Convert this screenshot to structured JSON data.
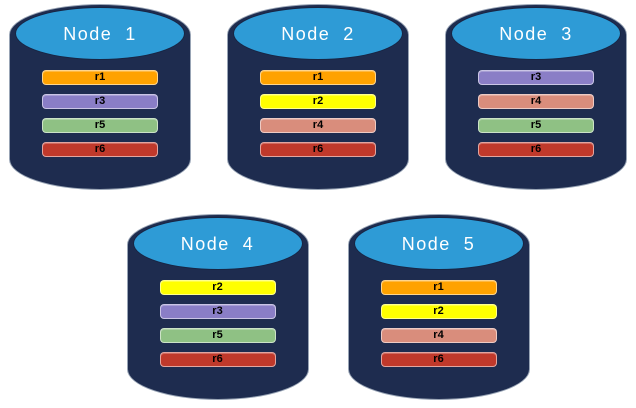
{
  "diagram": {
    "description": "Five database node cylinders holding colored replica bars",
    "background": "#FFFFFF"
  },
  "colors": {
    "cylinder_body": "#1E2C4F",
    "cylinder_outline": "#98A4B5",
    "ellipse_fill": "#2E9BD6",
    "ellipse_outline": "#172544",
    "node_label_text": "#FFFFFF",
    "bar_text": "#000000"
  },
  "replica_colors": {
    "r1": "#FFA200",
    "r2": "#FFFF00",
    "r3": "#8A7EC6",
    "r4": "#D98D7C",
    "r5": "#8FC184",
    "r6": "#C0392B"
  },
  "nodes": [
    {
      "id": "node-1",
      "label": "Node  1",
      "row": 1,
      "replicas": [
        "r1",
        "r3",
        "r5",
        "r6"
      ]
    },
    {
      "id": "node-2",
      "label": "Node  2",
      "row": 1,
      "replicas": [
        "r1",
        "r2",
        "r4",
        "r6"
      ]
    },
    {
      "id": "node-3",
      "label": "Node  3",
      "row": 1,
      "replicas": [
        "r3",
        "r4",
        "r5",
        "r6"
      ]
    },
    {
      "id": "node-4",
      "label": "Node  4",
      "row": 2,
      "replicas": [
        "r2",
        "r3",
        "r5",
        "r6"
      ]
    },
    {
      "id": "node-5",
      "label": "Node  5",
      "row": 2,
      "replicas": [
        "r1",
        "r2",
        "r4",
        "r6"
      ]
    }
  ]
}
